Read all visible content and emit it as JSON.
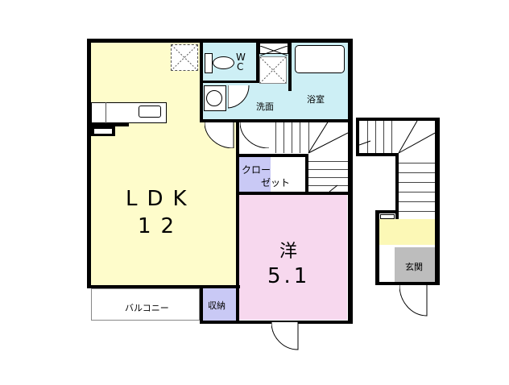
{
  "floor_plan": {
    "rooms": {
      "ldk": {
        "name": "LDK",
        "size": "12"
      },
      "western": {
        "name": "洋",
        "size": "5.1"
      },
      "wc": {
        "name": "WC",
        "line1": "W",
        "line2": "C"
      },
      "washroom": {
        "name": "洗面"
      },
      "bathroom": {
        "name": "浴室"
      },
      "closet": {
        "name": "クローゼット",
        "line1": "クロー",
        "line2": "ゼット"
      },
      "storage": {
        "name": "収納"
      },
      "balcony": {
        "name": "バルコニー"
      },
      "entrance": {
        "name": "玄関"
      }
    },
    "colors": {
      "ldk": "#fefccb",
      "wet_area": "#cdeff5",
      "closet": "#c9c9f5",
      "western": "#f7d8ee",
      "entrance": "#bdbdbd",
      "hall": "#fcf8b6",
      "wall": "#000000"
    }
  }
}
